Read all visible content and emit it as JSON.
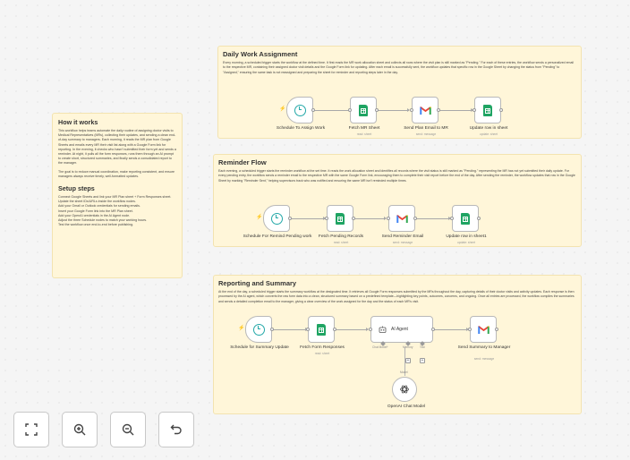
{
  "how_it_works": {
    "title": "How it works",
    "body1": "This workflow helps teams automate the daily routine of assigning doctor visits to Medical Representatives (MRs), collecting their updates, and sending a clean end-of-day summary to managers. Each morning, it reads the MR plan from Google Sheets and emails every MR their visit list along with a Google Form link for reporting. In the evening, it checks who hasn't submitted their form yet and sends a reminder. At night, it pulls all the form responses, runs them through an AI prompt to create short, structured summaries, and finally sends a consolidated report to the manager.",
    "body2": "The goal is to reduce manual coordination, make reporting consistent, and ensure managers always receive timely, well-formatted updates."
  },
  "setup_steps": {
    "title": "Setup steps",
    "items": [
      "Connect Google Sheets and link your MR Plan sheet + Form Responses sheet.",
      "Update the sheet IDs/URLs inside the workflow nodes.",
      "Add your Gmail or Outlook credentials for sending emails.",
      "Insert your Google Form link into the MR Plan sheet.",
      "Add your OpenAI credentials in the AI Agent node.",
      "Adjust the three Schedule nodes to match your working hours.",
      "Test the workflow once end-to-end before publishing."
    ]
  },
  "daily": {
    "title": "Daily Work Assignment",
    "desc": "Every morning, a scheduled trigger starts the workflow at the defined time. It first reads the MR work allocation sheet and collects all rows where the visit plan is still marked as \"Pending.\" For each of these entries, the workflow sends a personalized email to the respective MR, containing their assigned doctor visit details and the Google Form link for updating. After each email is successfully sent, the workflow updates that specific row in the Google Sheet by changing the status from \"Pending\" to \"Assigned,\" ensuring the same task is not reassigned and preparing the sheet for reminder and reporting steps later in the day.",
    "nodes": [
      {
        "label": "Schedule To Assign Work",
        "sub": ""
      },
      {
        "label": "Fetch MR Sheet",
        "sub": "read: sheet"
      },
      {
        "label": "Send Plan Email to MR",
        "sub": "send: message"
      },
      {
        "label": "Update row in sheet",
        "sub": "update: sheet"
      }
    ]
  },
  "reminder": {
    "title": "Reminder Flow",
    "desc": "Each evening, a scheduled trigger starts the reminder workflow at the set time. It reads the work allocation sheet and identifies all records where the visit status is still marked as \"Pending.\" representing the MR has not yet submitted their daily update. For every pending entry, the workflow sends a reminder email to the respective MR with the same Google Form link, encouraging them to complete their visit report before the end of the day. After sending the reminder, the workflow updates that row in the Google Sheet by marking \"Reminder Sent,\" helping supervisors track who was notified and ensuring the same MR isn't reminded multiple times.",
    "nodes": [
      {
        "label": "Schedule For Remind Pending work",
        "sub": ""
      },
      {
        "label": "Fetch Pending Records",
        "sub": "read: sheet"
      },
      {
        "label": "Send Reminder Email",
        "sub": "send: message"
      },
      {
        "label": "Update row in sheet1",
        "sub": "update: sheet"
      }
    ]
  },
  "reporting": {
    "title": "Reporting and Summary",
    "desc": "At the end of the day, a scheduled trigger starts the summary workflow at the designated time. It retrieves all Google Form responses submitted by the MRs throughout the day, capturing details of their doctor visits and activity updates. Each response is then processed by the AI agent, which converts the raw form data into a clean, structured summary based on a predefined template—highlighting key points, outcomes, concerns, and ongoing. Once all entries are processed, the workflow compiles the summaries and sends a detailed completion email to the manager, giving a clear overview of the work assigned for the day and the status of each MR's visit.",
    "nodes": [
      {
        "label": "Schedule for Summary Update",
        "sub": ""
      },
      {
        "label": "Fetch Form Responses",
        "sub": "read: sheet"
      },
      {
        "label": "AI Agent",
        "sub": ""
      },
      {
        "label": "Send Summary to Manager",
        "sub": "send: message"
      }
    ],
    "ports": {
      "chat": "Chat Model*",
      "memory": "Memory",
      "tool": "Tool",
      "model": "Model"
    },
    "model_node": "OpenAI Chat Model"
  },
  "controls": {
    "fit": "fit-view",
    "zoom_in": "zoom-in",
    "zoom_out": "zoom-out",
    "undo": "undo"
  },
  "colors": {
    "note_bg": "#fff6d9",
    "sheets": "#1fa463",
    "trigger_bolt": "#ff6d5a",
    "schedule": "#23a8a8"
  }
}
